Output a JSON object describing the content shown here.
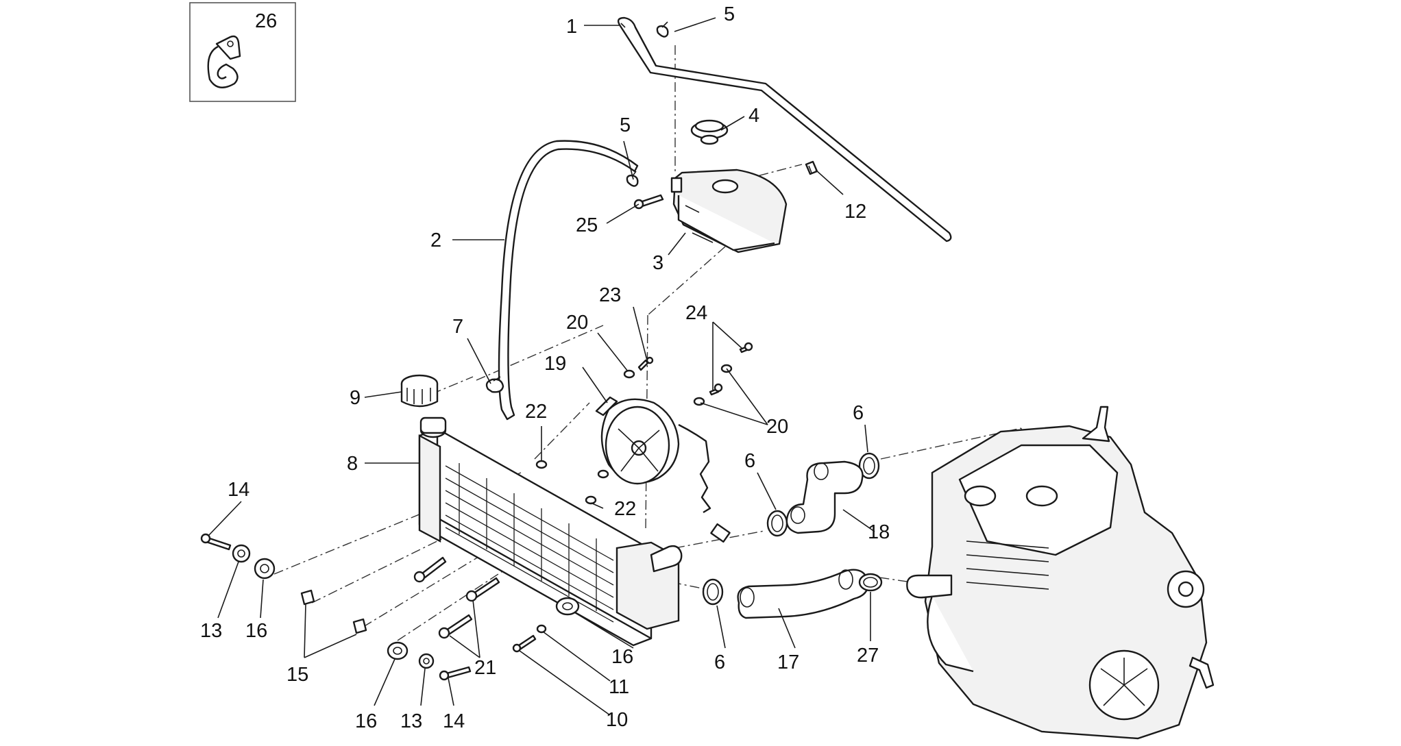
{
  "diagram": {
    "inset_label": "26",
    "callouts": [
      {
        "id": "c1",
        "text": "1"
      },
      {
        "id": "c5a",
        "text": "5"
      },
      {
        "id": "c5b",
        "text": "5"
      },
      {
        "id": "c4",
        "text": "4"
      },
      {
        "id": "c12",
        "text": "12"
      },
      {
        "id": "c2",
        "text": "2"
      },
      {
        "id": "c25",
        "text": "25"
      },
      {
        "id": "c3",
        "text": "3"
      },
      {
        "id": "c23",
        "text": "23"
      },
      {
        "id": "c24",
        "text": "24"
      },
      {
        "id": "c20a",
        "text": "20"
      },
      {
        "id": "c7",
        "text": "7"
      },
      {
        "id": "c19",
        "text": "19"
      },
      {
        "id": "c9",
        "text": "9"
      },
      {
        "id": "c22a",
        "text": "22"
      },
      {
        "id": "c20b",
        "text": "20"
      },
      {
        "id": "c6a",
        "text": "6"
      },
      {
        "id": "c8",
        "text": "8"
      },
      {
        "id": "c6b",
        "text": "6"
      },
      {
        "id": "c14a",
        "text": "14"
      },
      {
        "id": "c22b",
        "text": "22"
      },
      {
        "id": "c18",
        "text": "18"
      },
      {
        "id": "c13a",
        "text": "13"
      },
      {
        "id": "c16a",
        "text": "16"
      },
      {
        "id": "c15",
        "text": "15"
      },
      {
        "id": "c21",
        "text": "21"
      },
      {
        "id": "c16b",
        "text": "16"
      },
      {
        "id": "c6c",
        "text": "6"
      },
      {
        "id": "c17",
        "text": "17"
      },
      {
        "id": "c27",
        "text": "27"
      },
      {
        "id": "c11",
        "text": "11"
      },
      {
        "id": "c16c",
        "text": "16"
      },
      {
        "id": "c13b",
        "text": "13"
      },
      {
        "id": "c14b",
        "text": "14"
      },
      {
        "id": "c10",
        "text": "10"
      }
    ]
  }
}
